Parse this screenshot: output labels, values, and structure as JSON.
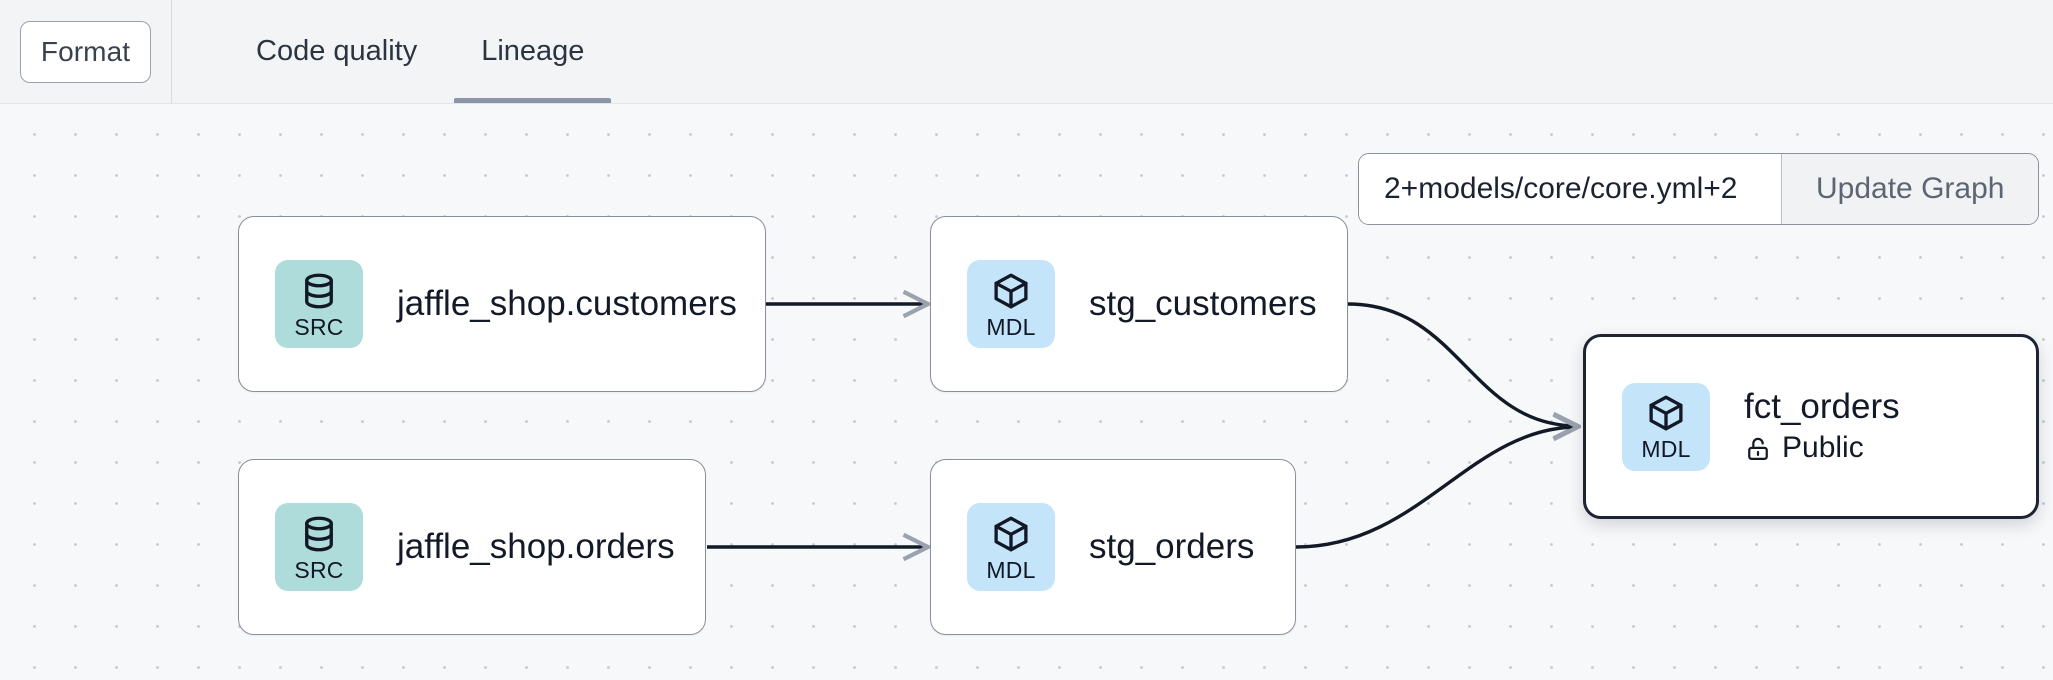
{
  "toolbar": {
    "format_label": "Format",
    "tabs": [
      {
        "label": "Code quality",
        "name": "tab-code-quality",
        "active": false
      },
      {
        "label": "Lineage",
        "name": "tab-lineage",
        "active": true
      }
    ]
  },
  "graph_controls": {
    "selector_value": "2+models/core/core.yml+2",
    "selector_placeholder": "2+models/core/core.yml+2",
    "update_graph_label": "Update Graph"
  },
  "lineage": {
    "nodes": [
      {
        "id": "jaffle_shop_customers",
        "title": "jaffle_shop.customers",
        "badge_label": "SRC",
        "badge_kind": "src",
        "icon": "database-icon",
        "selected": false,
        "subtitle": null,
        "subtitle_icon": null
      },
      {
        "id": "jaffle_shop_orders",
        "title": "jaffle_shop.orders",
        "badge_label": "SRC",
        "badge_kind": "src",
        "icon": "database-icon",
        "selected": false,
        "subtitle": null,
        "subtitle_icon": null
      },
      {
        "id": "stg_customers",
        "title": "stg_customers",
        "badge_label": "MDL",
        "badge_kind": "mdl",
        "icon": "cube-icon",
        "selected": false,
        "subtitle": null,
        "subtitle_icon": null
      },
      {
        "id": "stg_orders",
        "title": "stg_orders",
        "badge_label": "MDL",
        "badge_kind": "mdl",
        "icon": "cube-icon",
        "selected": false,
        "subtitle": null,
        "subtitle_icon": null
      },
      {
        "id": "fct_orders",
        "title": "fct_orders",
        "badge_label": "MDL",
        "badge_kind": "mdl",
        "icon": "cube-icon",
        "selected": true,
        "subtitle": "Public",
        "subtitle_icon": "unlock-icon"
      }
    ],
    "edges": [
      {
        "from": "jaffle_shop_customers",
        "to": "stg_customers"
      },
      {
        "from": "jaffle_shop_orders",
        "to": "stg_orders"
      },
      {
        "from": "stg_customers",
        "to": "fct_orders"
      },
      {
        "from": "stg_orders",
        "to": "fct_orders"
      }
    ]
  },
  "colors": {
    "src_badge": "#addcdb",
    "mdl_badge": "#c4e4fa",
    "canvas_bg": "#f7f8fa",
    "toolbar_bg": "#f3f4f6",
    "edge": "#131a27",
    "tab_active_underline": "#8b95a6",
    "selected_node_border": "#1c2333"
  }
}
